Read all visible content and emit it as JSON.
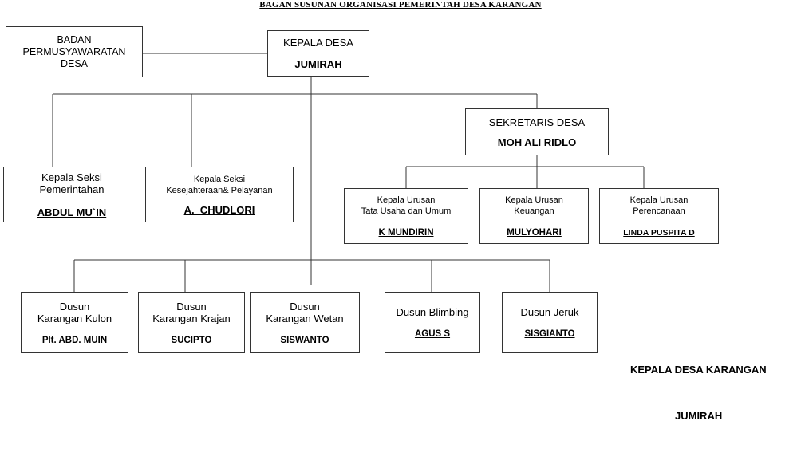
{
  "title": "BAGAN SUSUNAN ORGANISASI PEMERINTAH DESA KARANGAN",
  "bpd": {
    "role": "BADAN\nPERMUSYAWARATAN\nDESA"
  },
  "kepala_desa": {
    "role": "KEPALA DESA",
    "name": "JUMIRAH"
  },
  "sekretaris": {
    "role": "SEKRETARIS DESA",
    "name": "MOH ALI RIDLO"
  },
  "kasi": [
    {
      "role": "Kepala Seksi\nPemerintahan",
      "name": "ABDUL MU`IN"
    },
    {
      "role": "Kepala Seksi\nKesejahteraan& Pelayanan",
      "name": "A.  CHUDLORI"
    }
  ],
  "kaur": [
    {
      "role": "Kepala Urusan\nTata Usaha dan Umum",
      "name": "K MUNDIRIN"
    },
    {
      "role": "Kepala Urusan\nKeuangan",
      "name": "MULYOHARI"
    },
    {
      "role": "Kepala Urusan\nPerencanaan",
      "name": "LINDA PUSPITA D"
    }
  ],
  "dusun": [
    {
      "role": "Dusun\nKarangan Kulon",
      "name": "Plt. ABD. MUIN"
    },
    {
      "role": "Dusun\nKarangan Krajan",
      "name": "SUCIPTO"
    },
    {
      "role": "Dusun\nKarangan Wetan",
      "name": "SISWANTO"
    },
    {
      "role": "Dusun Blimbing",
      "name": "AGUS S"
    },
    {
      "role": "Dusun     Jeruk",
      "name": "SISGIANTO"
    }
  ],
  "signature": {
    "title": "KEPALA DESA KARANGAN",
    "name": "JUMIRAH"
  }
}
